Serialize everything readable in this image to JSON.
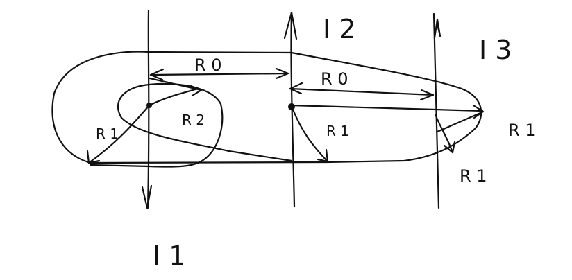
{
  "diagram": {
    "currents": [
      {
        "id": "I1",
        "label": "I 1"
      },
      {
        "id": "I2",
        "label": "I 2"
      },
      {
        "id": "I3",
        "label": "I 3"
      }
    ],
    "distances": [
      {
        "id": "R0_a",
        "label": "R 0"
      },
      {
        "id": "R0_b",
        "label": "R 0"
      }
    ],
    "radii": [
      {
        "id": "R1_left",
        "label": "R 1"
      },
      {
        "id": "R2_left",
        "label": "R 2"
      },
      {
        "id": "R1_mid",
        "label": "R 1"
      },
      {
        "id": "R1_right",
        "label": "R 1"
      },
      {
        "id": "R1_bottom",
        "label": "R 1"
      }
    ]
  }
}
